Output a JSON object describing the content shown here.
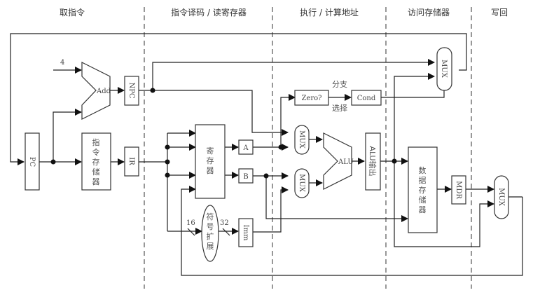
{
  "stages": [
    "取指令",
    "指令译码 / 读寄存器",
    "执行 / 计算地址",
    "访问存储器",
    "写回"
  ],
  "components": {
    "pc": "PC",
    "adder": "Add",
    "const4": "4",
    "npc": "NPC",
    "imem": [
      "指",
      "令",
      "存",
      "储",
      "器"
    ],
    "ir": "IR",
    "regfile": [
      "寄",
      "存",
      "器"
    ],
    "reg_a": "A",
    "reg_b": "B",
    "sign_ext": [
      "符",
      "号",
      "扩",
      "展"
    ],
    "width_in": "16",
    "width_out": "32",
    "imm": "Imm",
    "zero": "Zero?",
    "branch_top": "分支",
    "branch_bottom": "选择",
    "cond": "Cond",
    "mux_a": "MUX",
    "mux_b": "MUX",
    "alu": "ALU",
    "alu_out": "ALU输出",
    "dmem": [
      "数",
      "据",
      "存",
      "储",
      "器"
    ],
    "mdr": "MDR",
    "mux_pc": "MUX",
    "mux_wb": "MUX"
  }
}
